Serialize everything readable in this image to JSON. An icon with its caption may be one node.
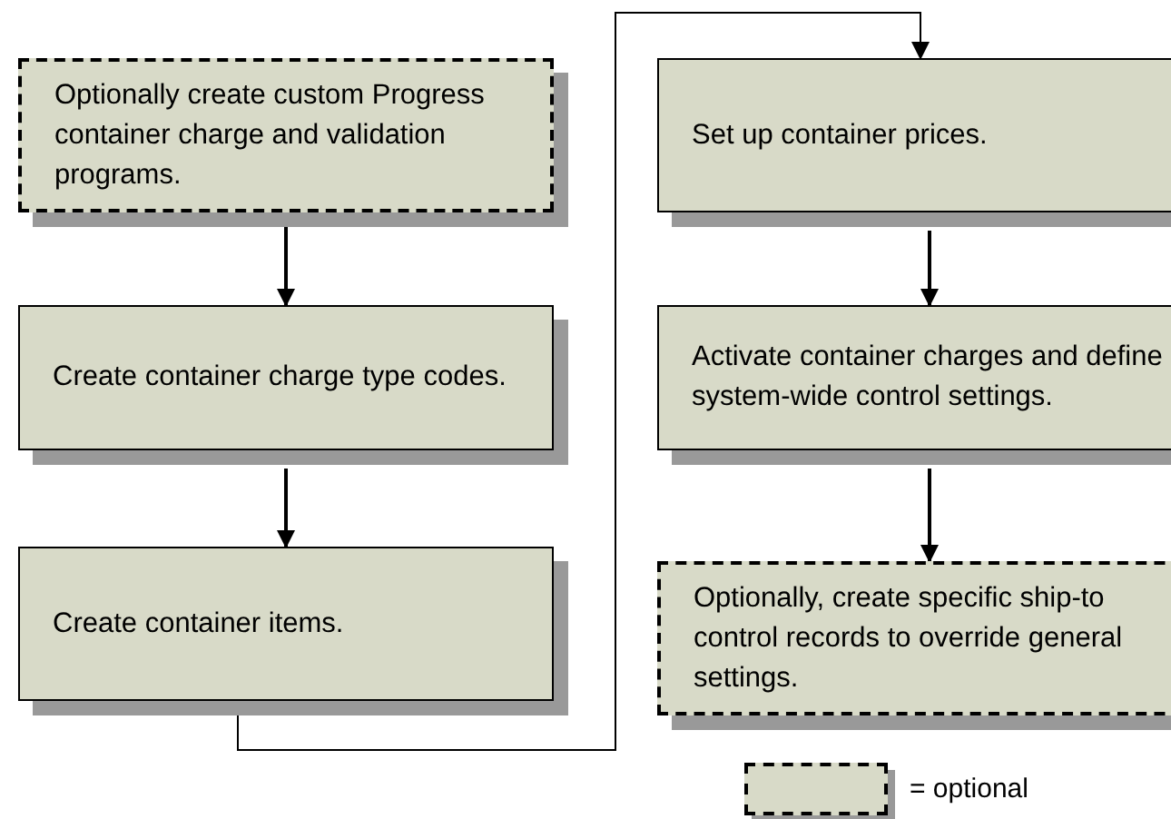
{
  "diagram": {
    "nodes": [
      {
        "text": [
          "Optionally create custom Progress container charge and validation programs."
        ]
      },
      {
        "text": [
          "Create container charge type codes."
        ]
      },
      {
        "text": [
          "Create container items."
        ]
      },
      {
        "text": [
          "Set up container prices."
        ]
      },
      {
        "text": [
          "Activate container charges and define system-wide control settings."
        ]
      },
      {
        "text": [
          "Optionally, create specific ship-to control records to override general settings."
        ]
      }
    ],
    "edges": [
      {
        "from": 0,
        "to": 1,
        "arrow": "to"
      },
      {
        "from": 1,
        "to": 2,
        "arrow": "to"
      },
      {
        "from": 2,
        "to": 3,
        "arrow": "to"
      },
      {
        "from": 3,
        "to": 4,
        "arrow": "to"
      },
      {
        "from": 4,
        "to": 5,
        "arrow": "to"
      }
    ],
    "legend": [
      {
        "text": "= optional"
      }
    ]
  }
}
